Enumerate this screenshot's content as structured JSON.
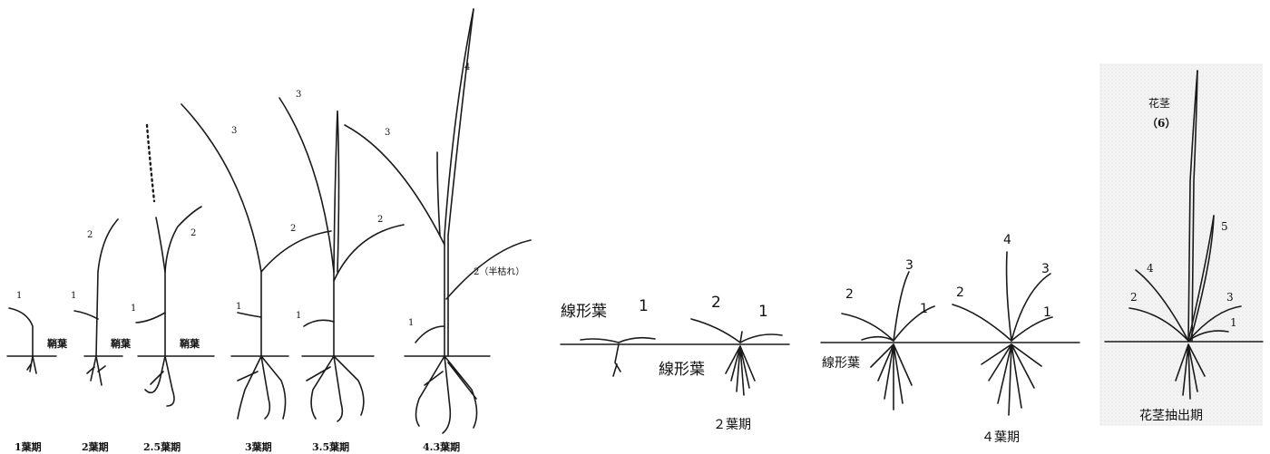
{
  "left_panel": {
    "stages": [
      {
        "label": "1葉期"
      },
      {
        "label": "2葉期"
      },
      {
        "label": "2.5葉期"
      },
      {
        "label": "3葉期"
      },
      {
        "label": "3.5葉期"
      },
      {
        "label": "4.3葉期"
      }
    ],
    "sheath_label": "鞘葉",
    "half_withered_label": "2（半枯れ）",
    "leaf_numbers": {
      "one": "1",
      "two": "2",
      "three": "3",
      "four": "4"
    }
  },
  "middle_panel": {
    "linear_leaf_label": "線形葉",
    "stage_label": "２葉期",
    "leaf_numbers": {
      "one": "1",
      "two": "2"
    }
  },
  "four_leaf_panel": {
    "linear_leaf_label": "線形葉",
    "stage_label": "４葉期",
    "leaf_numbers": {
      "one": "1",
      "two": "2",
      "three": "3",
      "four": "4"
    }
  },
  "right_panel": {
    "flower_stem_label": "花茎",
    "flower_stem_number": "（6）",
    "stage_label": "花茎抽出期",
    "leaf_numbers": {
      "one": "1",
      "two": "2",
      "three": "3",
      "four": "4",
      "five": "5"
    }
  }
}
